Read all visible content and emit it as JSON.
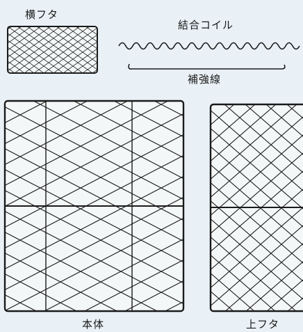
{
  "labels": {
    "side_lid": "横フタ",
    "coupling_coil": "結合コイル",
    "reinforcement_wire": "補強線",
    "main_body": "本体",
    "top_lid": "上フタ"
  }
}
